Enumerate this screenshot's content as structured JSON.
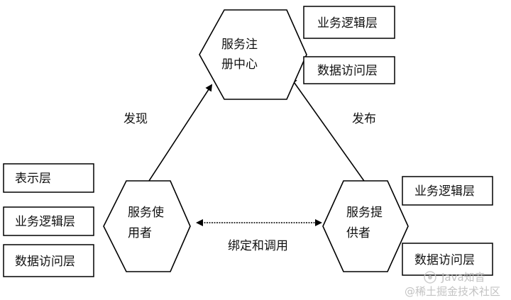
{
  "registry": {
    "line1": "服务注",
    "line2": "册中心"
  },
  "consumer": {
    "line1": "服务使",
    "line2": "用者"
  },
  "provider": {
    "line1": "服务提",
    "line2": "供者"
  },
  "registry_layers": [
    "业务逻辑层",
    "数据访问层"
  ],
  "consumer_layers": [
    "表示层",
    "业务逻辑层",
    "数据访问层"
  ],
  "provider_layers": [
    "业务逻辑层",
    "数据访问层"
  ],
  "edges": {
    "discover": "发现",
    "publish": "发布",
    "bind": "绑定和调用"
  },
  "watermark": {
    "line1": "Java知音",
    "line2": "@稀土掘金技术社区"
  }
}
